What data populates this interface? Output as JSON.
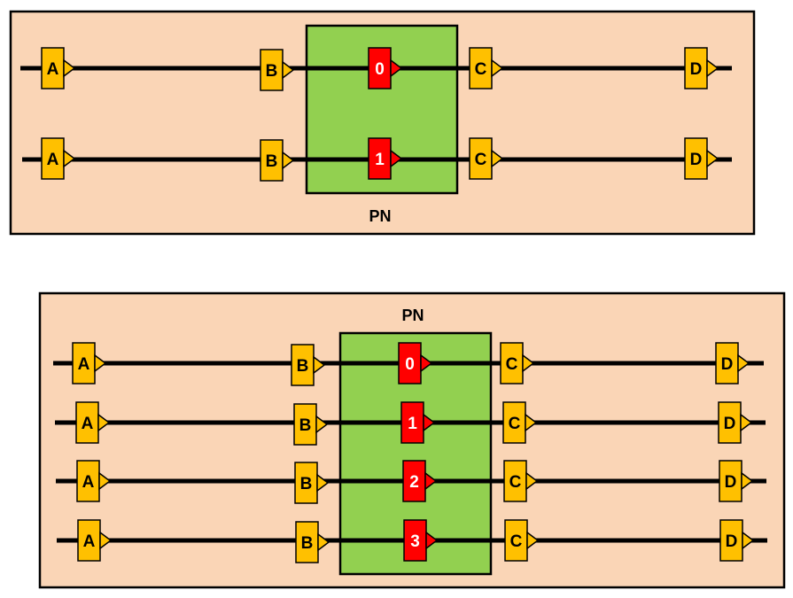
{
  "diagrams": [
    {
      "label": "PN",
      "rows": [
        {
          "nodes": [
            "A",
            "B",
            "0",
            "C",
            "D"
          ]
        },
        {
          "nodes": [
            "A",
            "B",
            "1",
            "C",
            "D"
          ]
        }
      ]
    },
    {
      "label": "PN",
      "rows": [
        {
          "nodes": [
            "A",
            "B",
            "0",
            "C",
            "D"
          ]
        },
        {
          "nodes": [
            "A",
            "B",
            "1",
            "C",
            "D"
          ]
        },
        {
          "nodes": [
            "A",
            "B",
            "2",
            "C",
            "D"
          ]
        },
        {
          "nodes": [
            "A",
            "B",
            "3",
            "C",
            "D"
          ]
        }
      ]
    }
  ],
  "colors": {
    "panel": "#fad5b6",
    "pn_region": "#92d050",
    "stage_node": "#ffc000",
    "pn_node": "#ff0000"
  }
}
